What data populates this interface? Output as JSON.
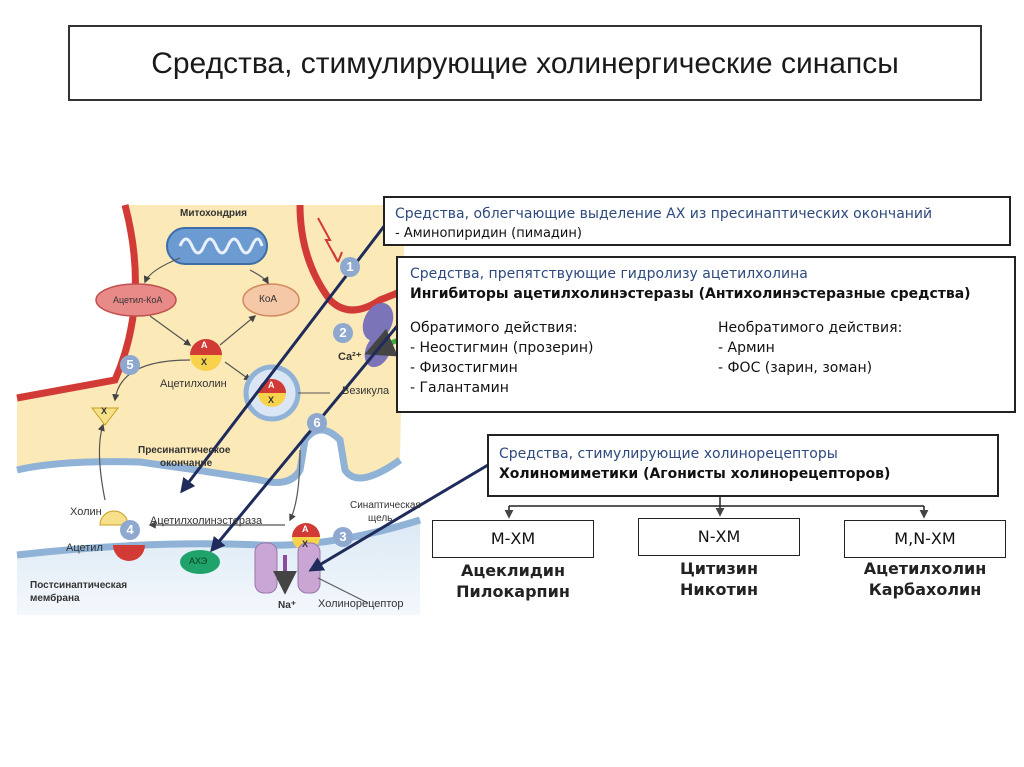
{
  "title": "Средства, стимулирующие холинергические синапсы",
  "diagram_labels": {
    "mitochondria": "Митохондрия",
    "acetyl_coa": "Ацетил-КоА",
    "coa": "КоА",
    "acetylcholine": "Ацетилхолин",
    "vesicle": "Везикула",
    "presynaptic_line1": "Пресинаптическое",
    "presynaptic_line2": "окончание",
    "choline": "Холин",
    "acetylcholinesterase": "Ацетилхолинэстераза",
    "acetyl": "Ацетил",
    "ache": "АХЭ",
    "synaptic_cleft_line1": "Синаптическая",
    "synaptic_cleft_line2": "щель",
    "postsynaptic_line1": "Постсинаптическая",
    "postsynaptic_line2": "мембрана",
    "cholinoreceptor": "Холинорецептор",
    "na": "Na⁺",
    "ca": "Ca²⁺",
    "a": "A",
    "x": "X",
    "steps": [
      "1",
      "2",
      "3",
      "4",
      "5",
      "6"
    ]
  },
  "box1": {
    "heading": "Средства, облегчающие выделение АХ из пресинаптических окончаний",
    "item": "- Аминопиридин (пимадин)"
  },
  "box2": {
    "heading": "Средства, препятствующие гидролизу ацетилхолина",
    "subheading": "Ингибиторы ацетилхолинэстеразы (Антихолинэстеразные средства)",
    "left_title": "Обратимого действия:",
    "left_items": [
      "- Неостигмин (прозерин)",
      "- Физостигмин",
      "-  Галантамин"
    ],
    "right_title": "Необратимого действия:",
    "right_items": [
      "- Армин",
      "- ФОС (зарин, зоман)"
    ]
  },
  "box3": {
    "heading": "Средства, стимулирующие холинорецепторы",
    "subheading": "Холиномиметики (Агонисты холинорецепторов)"
  },
  "receptor_groups": [
    {
      "label": "М-ХМ",
      "drugs": [
        "Ацеклидин",
        "Пилокарпин"
      ]
    },
    {
      "label": "N-ХМ",
      "drugs": [
        "Цитизин",
        "Никотин"
      ]
    },
    {
      "label": "М,N-ХМ",
      "drugs": [
        "Ацетилхолин",
        "Карбахолин"
      ]
    }
  ],
  "colors": {
    "terminal_fill": "#fbe9b8",
    "membrane_red": "#d23b35",
    "membrane_blue": "#8fb2d6",
    "arrow_navy": "#1f2b5a",
    "mito_blue": "#6b9bd1",
    "ache_green": "#1fa36a",
    "receptor_purple": "#c9a6d4"
  }
}
